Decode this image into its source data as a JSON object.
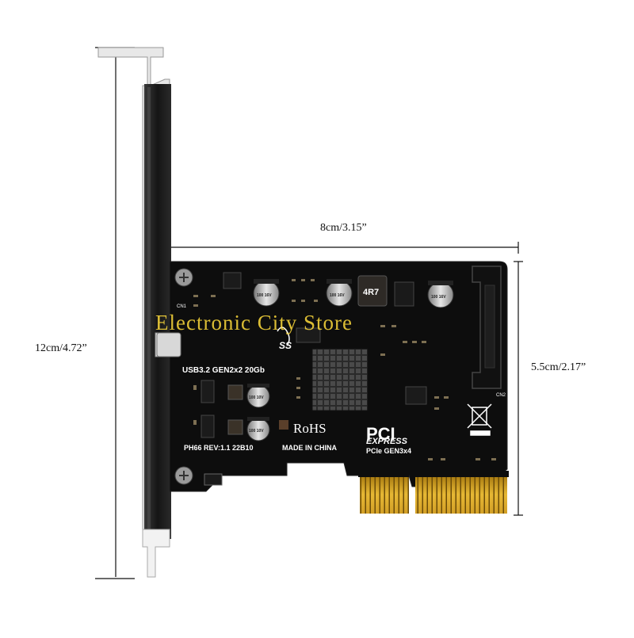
{
  "dimensions": {
    "height_total": "12cm/4.72”",
    "width": "8cm/3.15”",
    "height_card": "5.5cm/2.17”"
  },
  "board_text": {
    "usb_spec": "USB3.2  GEN2x2  20Gb",
    "rohs": "RoHS",
    "pci": "PCI",
    "express": "EXPRESS",
    "pcie_gen": "PCIe GEN3x4",
    "model": "PH66  REV:1.1   22B10",
    "made_in": "MADE IN CHINA",
    "ss_logo": "SS",
    "inductor": "4R7",
    "cap_a": "100 16V",
    "cap_b": "100 10V",
    "cn1": "CN1",
    "cn2": "CN2"
  },
  "watermark": "Electronic City Store",
  "colors": {
    "pcb": "#0d0d0d",
    "bracket": "#1a1a1a",
    "gold": "#d9a520",
    "silkscreen": "#ffffff",
    "watermark": "#ffdc3c"
  }
}
